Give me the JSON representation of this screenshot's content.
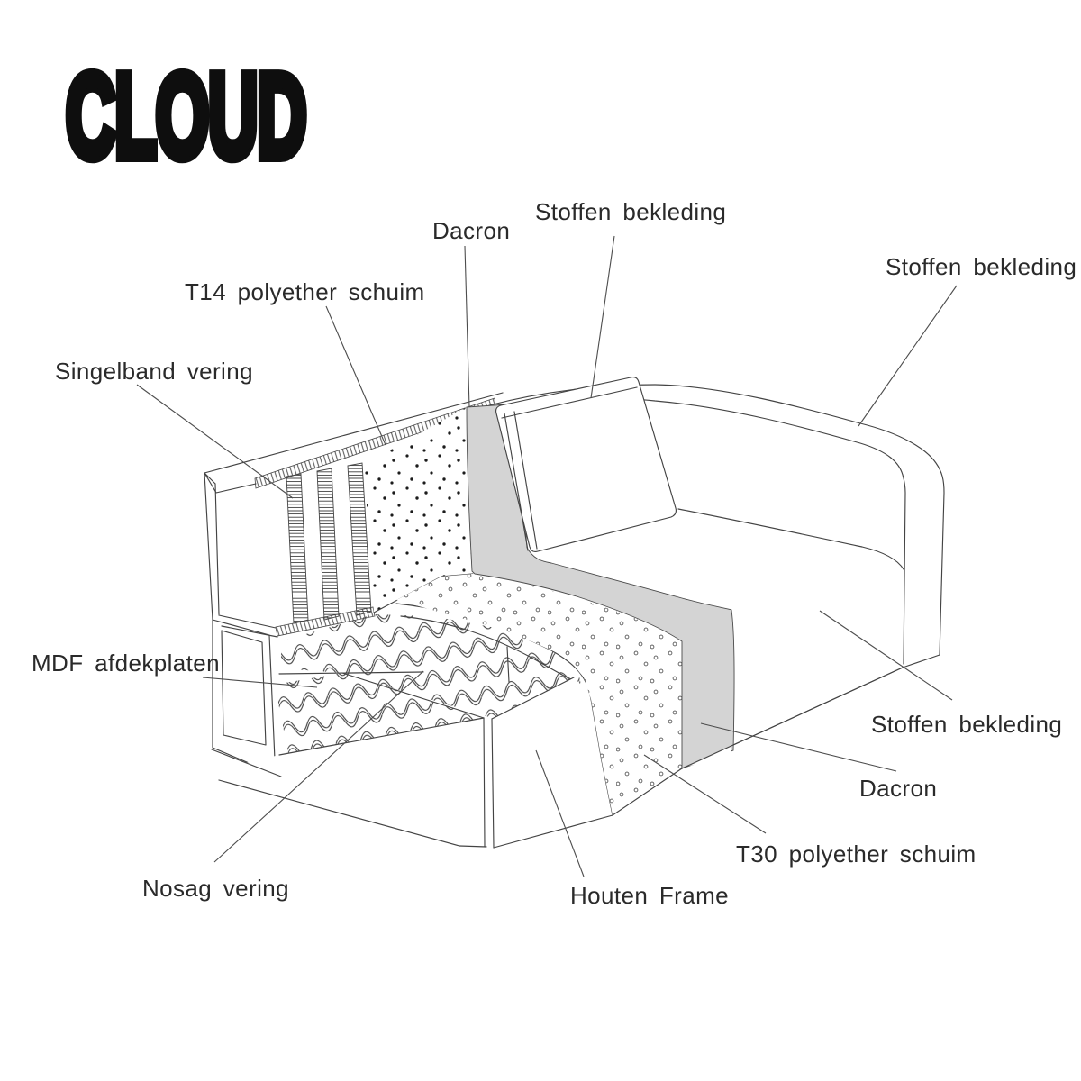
{
  "title": "CLOUD",
  "labels": {
    "stoffen_bekleding_top": "Stoffen bekleding",
    "dacron_top": "Dacron",
    "t14_polyether_schuim": "T14 polyether schuim",
    "singelband_vering": "Singelband vering",
    "stoffen_bekleding_right": "Stoffen bekleding",
    "mdf_afdekplaten": "MDF afdekplaten",
    "stoffen_bekleding_bottom_right": "Stoffen bekleding",
    "dacron_bottom_right": "Dacron",
    "t30_polyether_schuim": "T30 polyether schuim",
    "nosag_vering": "Nosag vering",
    "houten_frame": "Houten Frame"
  },
  "colors": {
    "line": "#444444",
    "dacron_shading": "#d4d4d4",
    "label_text": "#2a2a2a",
    "title_text": "#0e0e0e",
    "background": "#ffffff"
  }
}
